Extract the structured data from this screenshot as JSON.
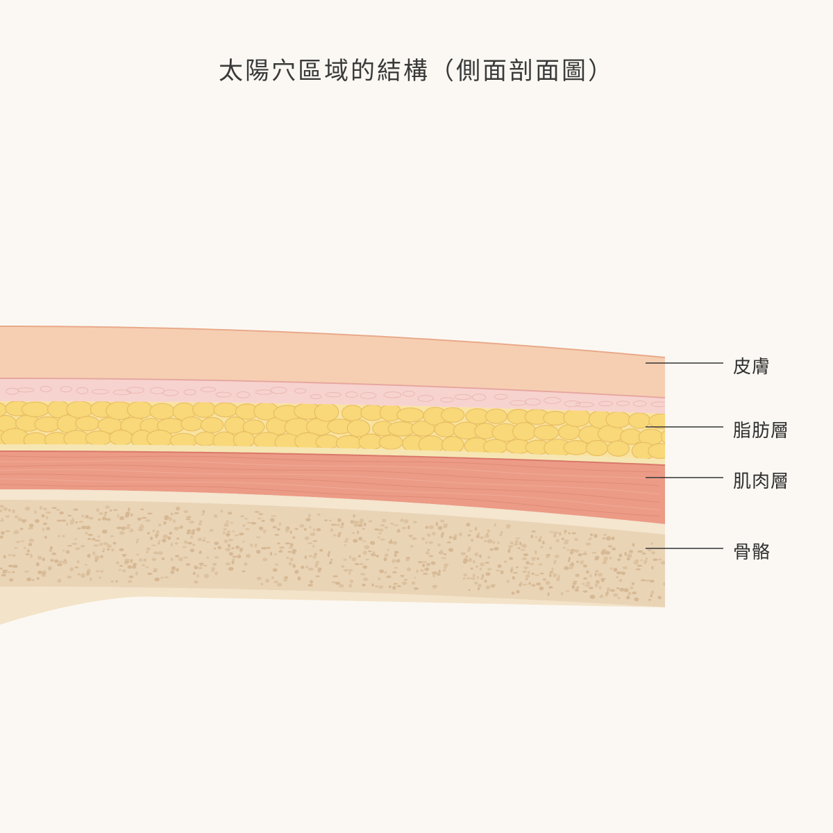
{
  "title": "太陽穴區域的結構（側面剖面圖）",
  "layers": [
    {
      "id": "skin",
      "label": "皮膚"
    },
    {
      "id": "fat",
      "label": "脂肪層"
    },
    {
      "id": "muscle",
      "label": "肌肉層"
    },
    {
      "id": "bone",
      "label": "骨骼"
    }
  ],
  "colors": {
    "background": "#fbf8f3",
    "skin": "#f6cfb2",
    "dermis": "#f7d3cf",
    "fat": "#f8dc8a",
    "muscle": "#ec9b86",
    "bone": "#ecd8bd",
    "leader": "#333333"
  }
}
